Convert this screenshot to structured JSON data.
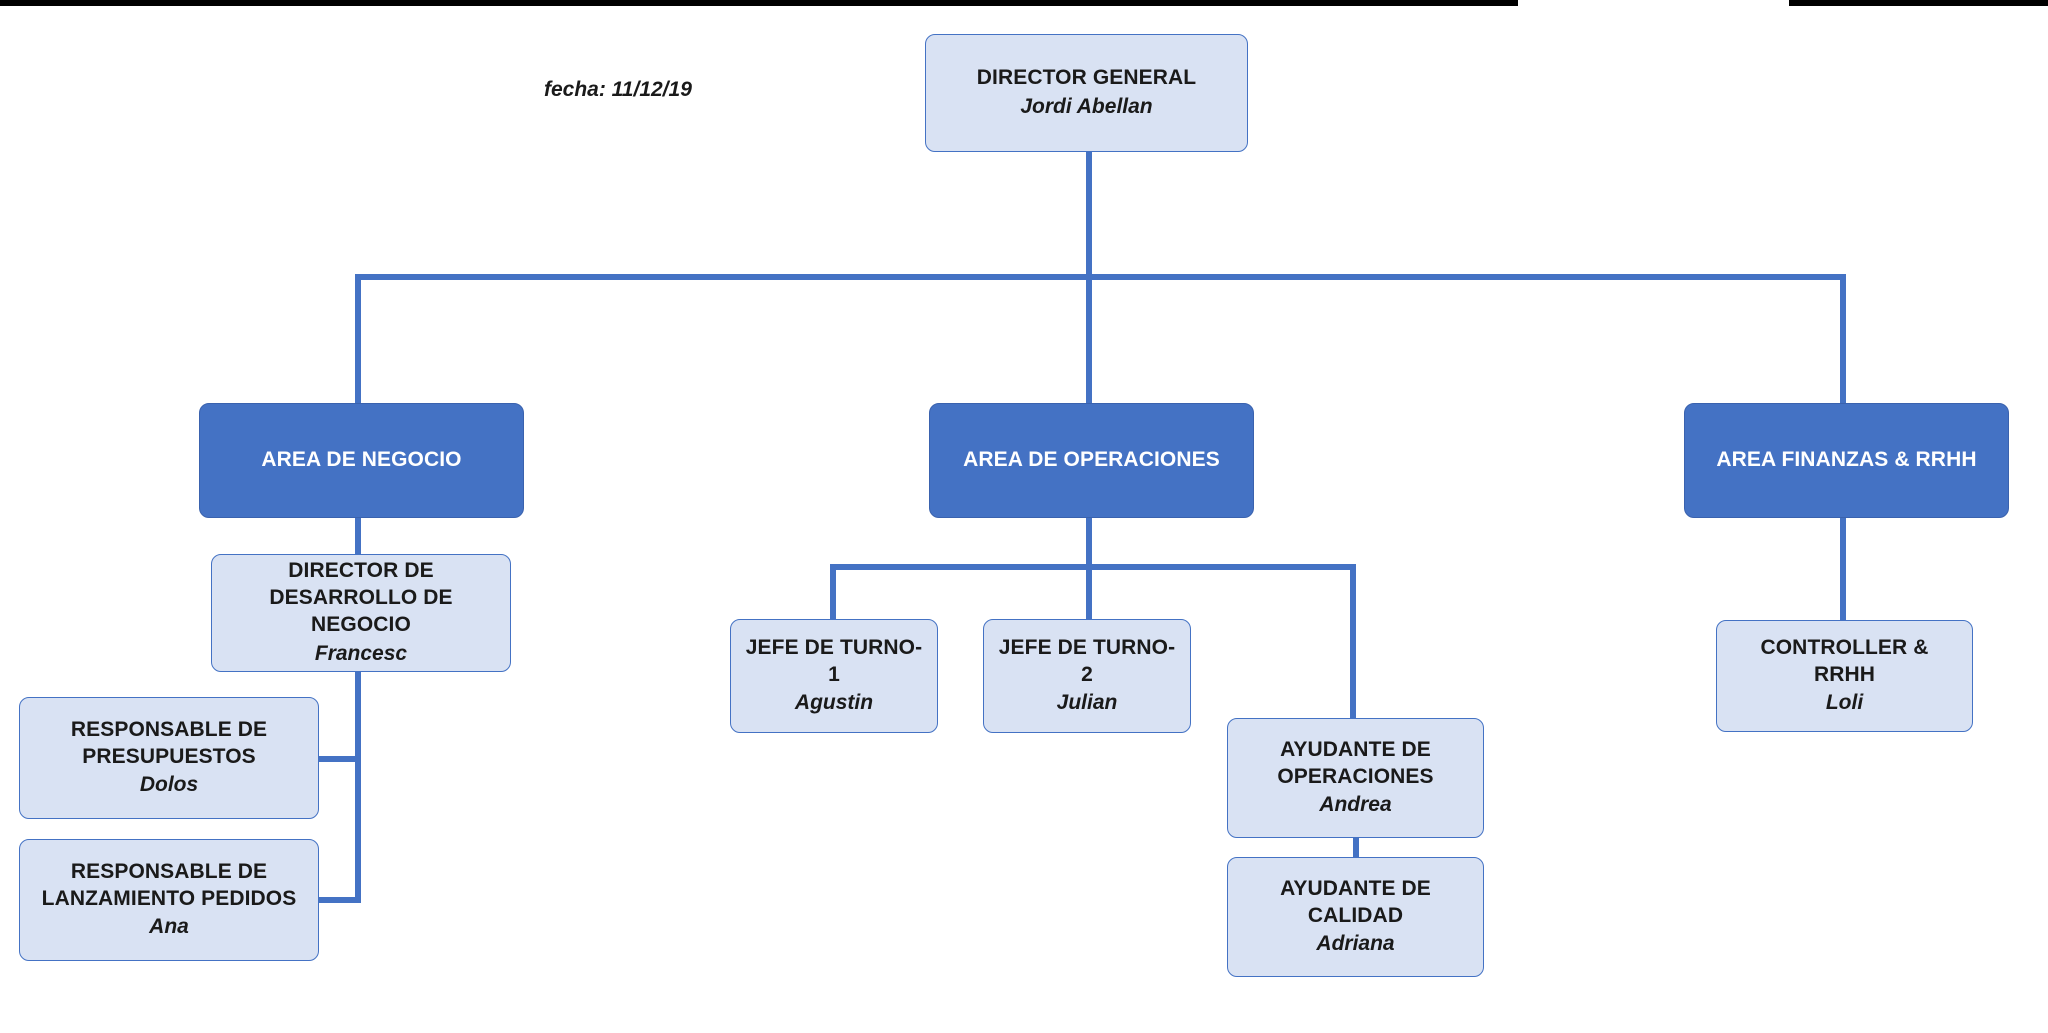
{
  "document": {
    "kind": "organizational-chart",
    "date_label": "fecha: 11/12/19"
  },
  "colors": {
    "connector": "#4472C4",
    "area_box_fill": "#4472C4",
    "area_box_text": "#FFFFFF",
    "role_box_fill": "#D9E2F3",
    "role_box_border": "#4472C4",
    "role_box_text": "#1A1A1A",
    "page_background": "#FFFFFF"
  },
  "nodes": {
    "director_general": {
      "title": "DIRECTOR GENERAL",
      "person": "Jordi Abellan"
    },
    "area_negocio": {
      "title": "AREA DE NEGOCIO",
      "person": ""
    },
    "area_operaciones": {
      "title": "AREA DE OPERACIONES",
      "person": ""
    },
    "area_finanzas": {
      "title": "AREA FINANZAS & RRHH",
      "person": ""
    },
    "director_desarrollo": {
      "title": "DIRECTOR DE DESARROLLO DE NEGOCIO",
      "person": "Francesc"
    },
    "responsable_presupuestos": {
      "title": "RESPONSABLE DE PRESUPUESTOS",
      "person": "Dolos"
    },
    "responsable_lanzamiento": {
      "title": "RESPONSABLE DE LANZAMIENTO PEDIDOS",
      "person": "Ana"
    },
    "jefe_turno_1": {
      "title": "JEFE DE TURNO-1",
      "person": "Agustin"
    },
    "jefe_turno_2": {
      "title": "JEFE DE TURNO-2",
      "person": "Julian"
    },
    "ayudante_operaciones": {
      "title": "AYUDANTE DE OPERACIONES",
      "person": "Andrea"
    },
    "ayudante_calidad": {
      "title": "AYUDANTE DE CALIDAD",
      "person": "Adriana"
    },
    "controller_rrhh": {
      "title": "CONTROLLER & RRHH",
      "person": "Loli"
    }
  },
  "hierarchy": [
    {
      "from": "director_general",
      "to": "area_negocio"
    },
    {
      "from": "director_general",
      "to": "area_operaciones"
    },
    {
      "from": "director_general",
      "to": "area_finanzas"
    },
    {
      "from": "area_negocio",
      "to": "director_desarrollo"
    },
    {
      "from": "director_desarrollo",
      "to": "responsable_presupuestos"
    },
    {
      "from": "director_desarrollo",
      "to": "responsable_lanzamiento"
    },
    {
      "from": "area_operaciones",
      "to": "jefe_turno_1"
    },
    {
      "from": "area_operaciones",
      "to": "jefe_turno_2"
    },
    {
      "from": "area_operaciones",
      "to": "ayudante_operaciones"
    },
    {
      "from": "ayudante_operaciones",
      "to": "ayudante_calidad"
    },
    {
      "from": "area_finanzas",
      "to": "controller_rrhh"
    }
  ]
}
